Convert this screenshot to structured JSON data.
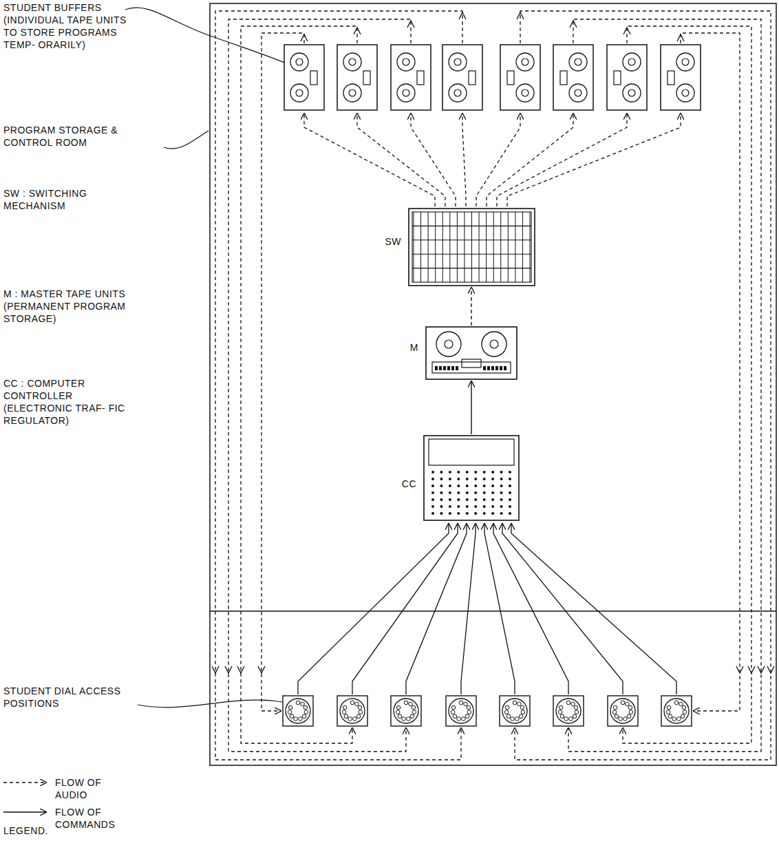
{
  "diagram": {
    "nodes": [
      {
        "text": [
          "SW"
        ]
      },
      {
        "text": [
          "M"
        ]
      },
      {
        "text": [
          "CC"
        ]
      }
    ],
    "edges": [
      {
        "from": 2,
        "to": 1,
        "arrow": "to"
      },
      {
        "from": 1,
        "to": 0,
        "arrow": "to"
      }
    ],
    "labels": [
      "STUDENT BUFFERS (INDIVIDUAL TAPE UNITS TO STORE PROGRAMS TEMP- ORARILY)",
      "PROGRAM STORAGE & CONTROL ROOM",
      "SW : SWITCHING MECHANISM",
      "M : MASTER TAPE UNITS (PERMANENT PROGRAM STORAGE)",
      "CC : COMPUTER CONTROLLER (ELECTRONIC TRAF- FIC REGULATOR)",
      "STUDENT DIAL ACCESS POSITIONS",
      "LEGEND."
    ],
    "legend": [
      {
        "text": "FLOW OF AUDIO"
      },
      {
        "text": "FLOW OF COMMANDS"
      }
    ]
  }
}
